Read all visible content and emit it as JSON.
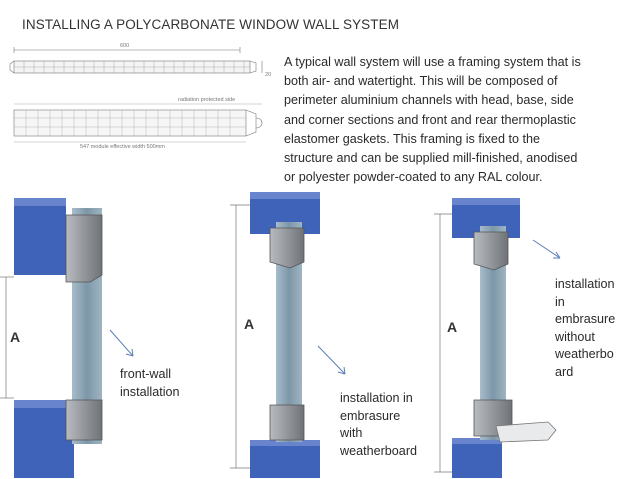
{
  "page": {
    "title": "INSTALLING A POLYCARBONATE WINDOW WALL SYSTEM",
    "description": "A typical wall system will use a framing system that is\nboth air- and watertight. This will be composed of\nperimeter aluminium channels with head, base, side\nand corner sections and front and rear thermoplastic\nelastomer gaskets. This framing is fixed to the\nstructure and can be supplied mill-finished, anodised\nor polyester powder-coated to any RAL colour."
  },
  "profile_drawing": {
    "width_label": "600",
    "thickness_label": "20",
    "side_label": "radiation protected side",
    "module_label": "547 module effective width 500mm"
  },
  "installations": [
    {
      "dimension_label": "A",
      "caption": "front-wall\ninstallation"
    },
    {
      "dimension_label": "A",
      "caption": "installation in\nembrasure\nwith\nweatherboard"
    },
    {
      "dimension_label": "A",
      "caption": "installation\nin\nembrasure\nwithout\nweatherbo\nard"
    }
  ],
  "colors": {
    "wall_blue": "#3e63b8",
    "wall_blue_dark": "#2a4a96",
    "glass": "#8fa8b8",
    "frame": "#8c8f94",
    "arrow": "#5b7fb5"
  }
}
